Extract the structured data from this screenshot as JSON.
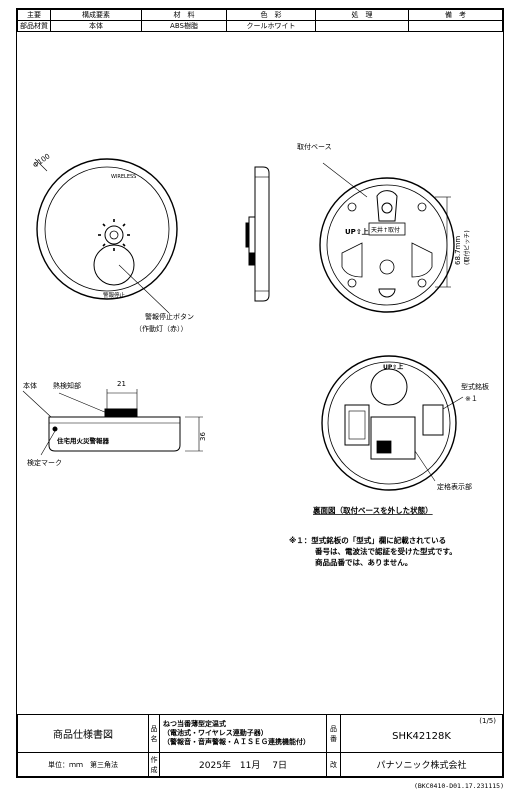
{
  "spec_table": {
    "headers": [
      "主要",
      "構成要素",
      "材　料",
      "色　彩",
      "処　理",
      "備　考"
    ],
    "row_label": "部品材質",
    "row": [
      "本体",
      "ABS樹脂",
      "クールホワイト",
      "",
      ""
    ]
  },
  "front_view": {
    "diameter": "Φ100",
    "brand_mark": "WIRELESS",
    "stop_label": "警報停止",
    "callout_line1": "警報停止ボタン",
    "callout_line2": "（作動灯（赤））"
  },
  "base_view": {
    "title": "取付ベース",
    "up_mark": "UP⇧上",
    "ceiling_mark": "天井↑取付",
    "pitch_dim": "68.7mm",
    "pitch_label": "(取付ピッチ)"
  },
  "side_view": {
    "body_label": "本体",
    "sensor_label": "熱検知部",
    "width_dim": "21",
    "height_dim": "36",
    "inspection_label": "検定マーク",
    "side_text": "住宅用火災警報器"
  },
  "back_view": {
    "up_mark": "UP⇧上",
    "nameplate_label": "型式銘板",
    "nameplate_note": "※１",
    "rating_label": "定格表示部",
    "caption": "裏面図（取付ベースを外した状態）"
  },
  "note": {
    "line1": "※１：型式銘板の「型式」欄に記載されている",
    "line2": "番号は、電波法で認証を受けた型式です。",
    "line3": "商品品番では、ありません。"
  },
  "title_block": {
    "doc_title": "商品仕様書図",
    "name_label": "品名",
    "product_line1": "ねつ当番薄型定温式",
    "product_line2": "（電池式・ワイヤレス連動子器）",
    "product_line3": "（警報音・音声警報・ＡＩＳＥＧ連携機能付）",
    "number_label": "品番",
    "page": "(1/5)",
    "product_no": "SHK42128K",
    "unit": "単位：ｍｍ　第三角法",
    "date_label": "作成",
    "date": "2025年　11月　 7日",
    "rev_label": "改",
    "company": "パナソニック株式会社",
    "doc_id": "(BKC0410-D01.17.231115)"
  }
}
